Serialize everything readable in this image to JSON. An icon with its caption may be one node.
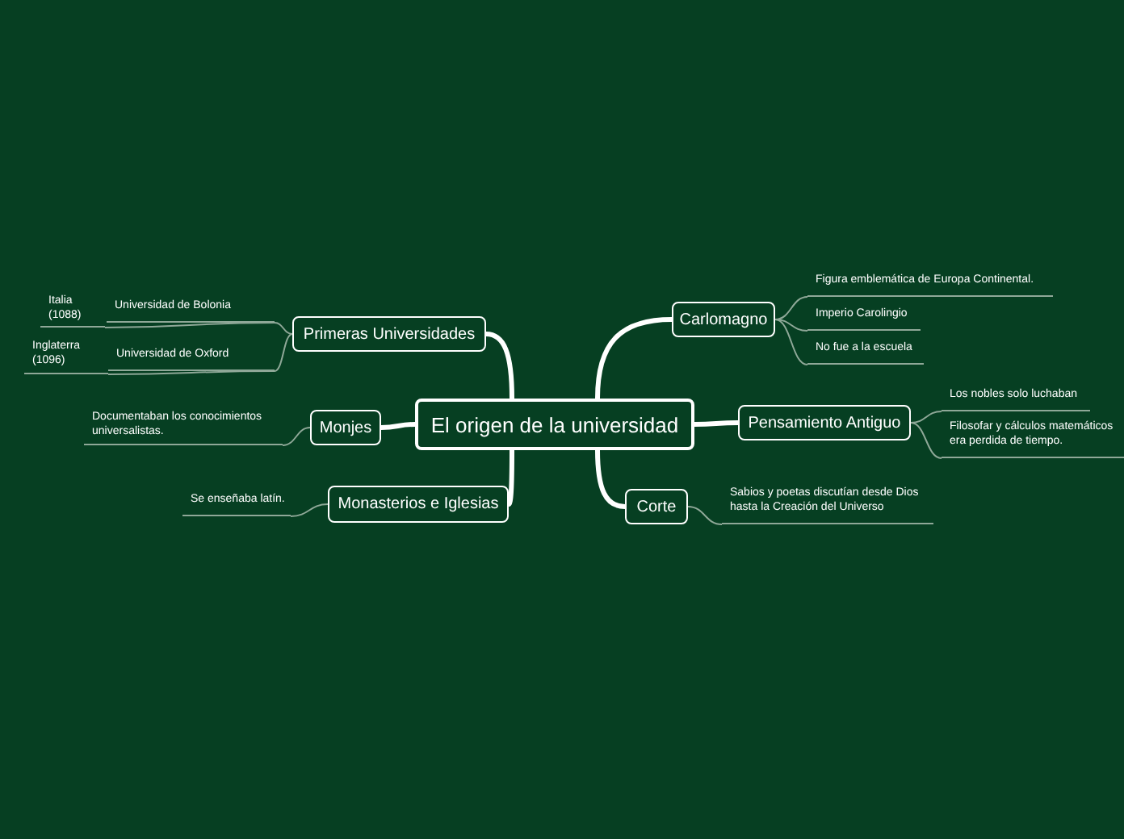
{
  "diagram": {
    "nodes": [
      {
        "text": [
          "El origen de la universidad"
        ]
      },
      {
        "text": [
          "Primeras Universidades"
        ]
      },
      {
        "text": [
          "Universidad de Bolonia"
        ]
      },
      {
        "text": [
          "Italia (1088)"
        ]
      },
      {
        "text": [
          "Universidad de Oxford"
        ]
      },
      {
        "text": [
          "Inglaterra (1096)"
        ]
      },
      {
        "text": [
          "Monjes"
        ]
      },
      {
        "text": [
          "Documentaban los conocimientos universalistas."
        ]
      },
      {
        "text": [
          "Monasterios e Iglesias"
        ]
      },
      {
        "text": [
          "Se enseñaba latín."
        ]
      },
      {
        "text": [
          "Carlomagno"
        ]
      },
      {
        "text": [
          "Figura emblemática de Europa Continental."
        ]
      },
      {
        "text": [
          "Imperio Carolingio"
        ]
      },
      {
        "text": [
          "No fue a la escuela"
        ]
      },
      {
        "text": [
          "Pensamiento Antiguo"
        ]
      },
      {
        "text": [
          "Los nobles solo luchaban"
        ]
      },
      {
        "text": [
          "Filosofar y cálculos matemáticos era perdida de tiempo."
        ]
      },
      {
        "text": [
          "Corte"
        ]
      },
      {
        "text": [
          "Sabios y poetas discutían desde Dios hasta la Creación del Universo"
        ]
      }
    ],
    "edges": [
      {
        "from": 0,
        "to": 1,
        "arrow": "none",
        "style": "thick",
        "color": "#ffffff"
      },
      {
        "from": 1,
        "to": 2,
        "arrow": "none"
      },
      {
        "from": 2,
        "to": 3,
        "arrow": "none"
      },
      {
        "from": 1,
        "to": 4,
        "arrow": "none"
      },
      {
        "from": 4,
        "to": 5,
        "arrow": "none"
      },
      {
        "from": 0,
        "to": 6,
        "arrow": "none",
        "style": "thick",
        "color": "#ffffff"
      },
      {
        "from": 6,
        "to": 7,
        "arrow": "none"
      },
      {
        "from": 0,
        "to": 8,
        "arrow": "none",
        "style": "thick",
        "color": "#ffffff"
      },
      {
        "from": 8,
        "to": 9,
        "arrow": "none"
      },
      {
        "from": 0,
        "to": 10,
        "arrow": "none",
        "style": "thick",
        "color": "#ffffff"
      },
      {
        "from": 10,
        "to": 11,
        "arrow": "none"
      },
      {
        "from": 10,
        "to": 12,
        "arrow": "none"
      },
      {
        "from": 10,
        "to": 13,
        "arrow": "none"
      },
      {
        "from": 0,
        "to": 14,
        "arrow": "none",
        "style": "thick",
        "color": "#ffffff"
      },
      {
        "from": 14,
        "to": 15,
        "arrow": "none"
      },
      {
        "from": 14,
        "to": 16,
        "arrow": "none"
      },
      {
        "from": 0,
        "to": 17,
        "arrow": "none",
        "style": "thick",
        "color": "#ffffff"
      },
      {
        "from": 17,
        "to": 18,
        "arrow": "none"
      }
    ]
  }
}
